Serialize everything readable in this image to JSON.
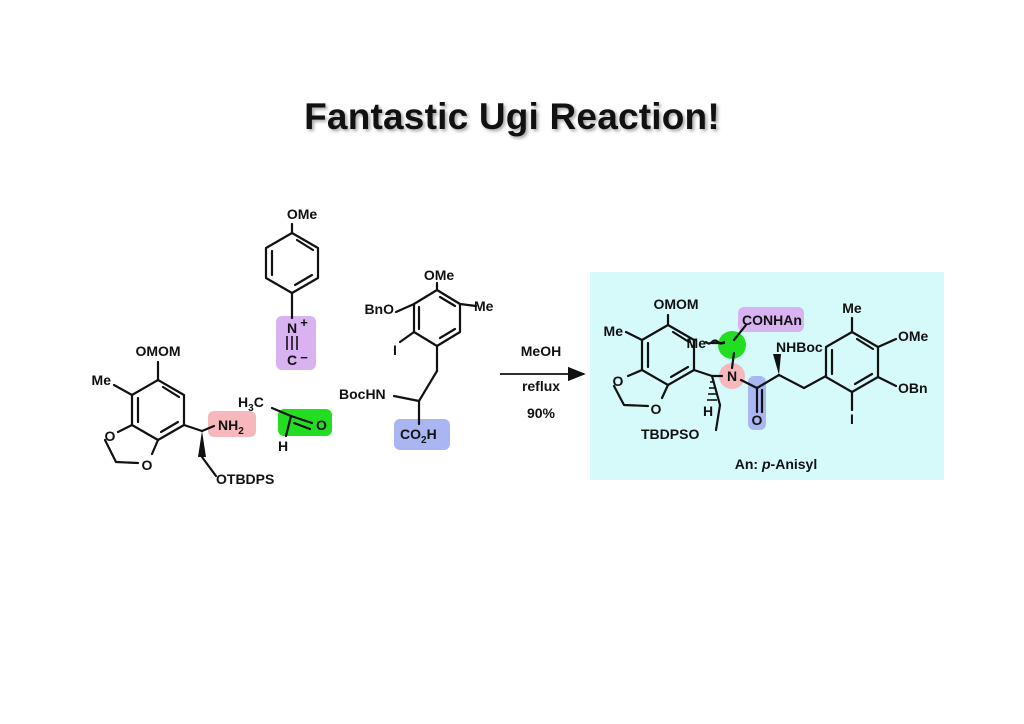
{
  "title": "Fantastic Ugi Reaction!",
  "colors": {
    "amine": "#f6b7bd",
    "isocyanide": "#d9b2f2",
    "aldehyde": "#22dd22",
    "acid": "#a9b6f2",
    "product_box": "#d6fafa"
  },
  "amine": {
    "omom": "OMOM",
    "me": "Me",
    "nh2_base": "NH",
    "nh2_sub": "2",
    "otbdps": "OTBDPS"
  },
  "isocyanide": {
    "ome": "OMe",
    "n": "N",
    "plus": "+",
    "c": "C",
    "minus": "−"
  },
  "aldehyde": {
    "h3c_base": "H",
    "h3c_sub": "3",
    "h3c_c": "C",
    "o": "O",
    "h": "H"
  },
  "acid": {
    "ome": "OMe",
    "bno": "BnO",
    "me": "Me",
    "i": "I",
    "bochn": "BocHN",
    "co2h_a": "CO",
    "co2h_sub": "2",
    "co2h_b": "H"
  },
  "conditions": {
    "solvent": "MeOH",
    "temp": "reflux",
    "yield": "90%"
  },
  "product": {
    "omom": "OMOM",
    "me_left": "Me",
    "me_alpha": "Me",
    "conhan": "CONHAn",
    "n": "N",
    "nhboc": "NHBoc",
    "o": "O",
    "h": "H",
    "tbdpso": "TBDPSO",
    "me_right": "Me",
    "ome": "OMe",
    "obn": "OBn",
    "i": "I",
    "note_prefix": "An: ",
    "note_italic": "p",
    "note_suffix": "-Anisyl"
  }
}
